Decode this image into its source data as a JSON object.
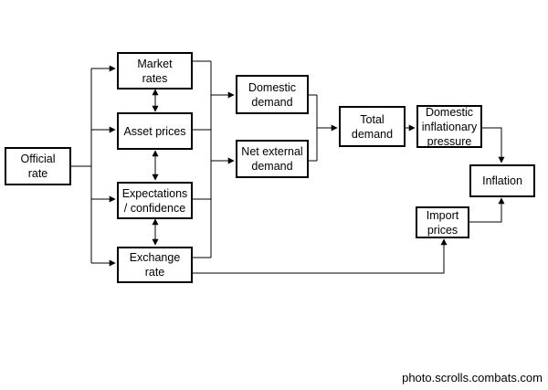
{
  "nodes": {
    "official_rate": "Official\nrate",
    "market_rates": "Market\nrates",
    "asset_prices": "Asset prices",
    "expectations": "Expectations\n/ confidence",
    "exchange_rate": "Exchange\nrate",
    "domestic_demand": "Domestic\ndemand",
    "net_external_demand": "Net external\ndemand",
    "total_demand": "Total\ndemand",
    "domestic_inflationary_pressure": "Domestic\ninflationary\npressure",
    "import_prices": "Import\nprices",
    "inflation": "Inflation"
  },
  "watermark": "photo.scrolls.combats.com"
}
